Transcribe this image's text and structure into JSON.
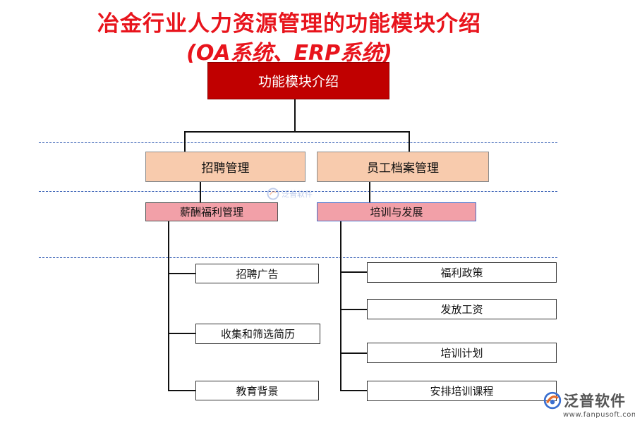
{
  "title": {
    "line1": "冶金行业人力资源管理的功能模块介绍",
    "line2": "(OA系统、ERP系统)"
  },
  "root": {
    "label": "功能模块介绍"
  },
  "level1": [
    {
      "label": "招聘管理"
    },
    {
      "label": "员工档案管理"
    }
  ],
  "level2": [
    {
      "label": "薪酬福利管理"
    },
    {
      "label": "培训与发展"
    }
  ],
  "left_items": [
    {
      "label": "招聘广告"
    },
    {
      "label": "收集和筛选简历"
    },
    {
      "label": "教育背景"
    }
  ],
  "right_items": [
    {
      "label": "福利政策"
    },
    {
      "label": "发放工资"
    },
    {
      "label": "培训计划"
    },
    {
      "label": "安排培训课程"
    }
  ],
  "logo": {
    "text": "泛普软件",
    "url": "www.fanpusoft.com",
    "icon": "fanpu-logo-icon"
  },
  "colors": {
    "title": "#e8141c",
    "root": "#c00000",
    "level1": "#f8cbad",
    "level2": "#f2a0a8",
    "dashed_separator": "#2a55b0"
  }
}
